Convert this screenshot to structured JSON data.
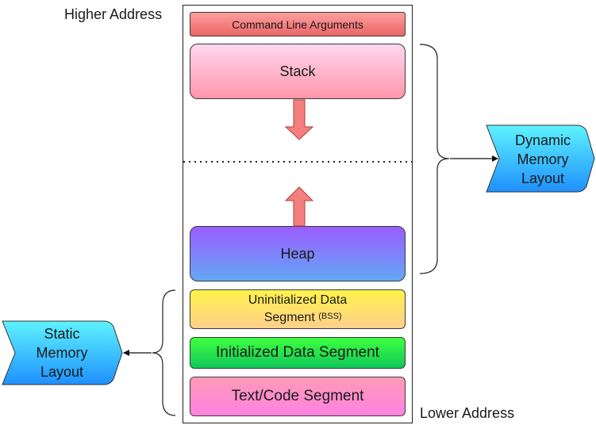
{
  "labels": {
    "higher_address": "Higher Address",
    "lower_address": "Lower Address"
  },
  "segments": {
    "command_line_arguments": "Command Line Arguments",
    "stack": "Stack",
    "heap": "Heap",
    "bss_line1": "Uninitialized Data",
    "bss_line2": "Segment",
    "bss_tag": "(BSS)",
    "initialized_data": "Initialized Data Segment",
    "text_code": "Text/Code Segment"
  },
  "layouts": {
    "dynamic": [
      "Dynamic",
      "Memory",
      "Layout"
    ],
    "static": [
      "Static",
      "Memory",
      "Layout"
    ]
  },
  "colors": {
    "arrow_fill": "#f47f7f",
    "arrow_stroke": "#b33b3b",
    "dynamic_fill_top": "#5ff3ff",
    "dynamic_fill_bottom": "#1e90ff",
    "static_fill_top": "#5ff3ff",
    "static_fill_bottom": "#1e90ff"
  }
}
